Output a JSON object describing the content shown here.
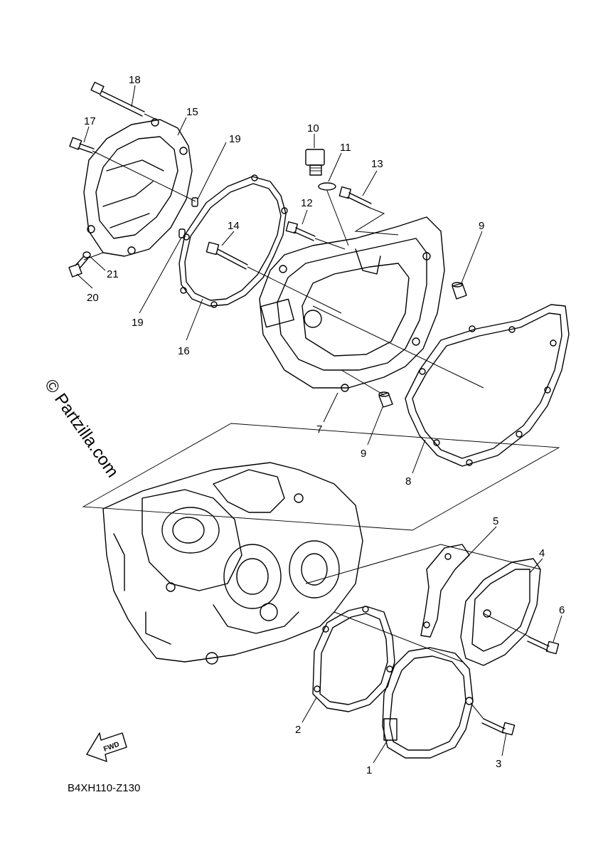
{
  "watermark": "© Partzilla.com",
  "diagram_code": "B4XH110-Z130",
  "fwd_label": "FWD",
  "callouts": {
    "c1": "1",
    "c2": "2",
    "c3": "3",
    "c4": "4",
    "c5": "5",
    "c6": "6",
    "c7": "7",
    "c8": "8",
    "c9a": "9",
    "c9b": "9",
    "c10": "10",
    "c11": "11",
    "c12": "12",
    "c13": "13",
    "c14": "14",
    "c15": "15",
    "c16": "16",
    "c17": "17",
    "c18": "18",
    "c19a": "19",
    "c19b": "19",
    "c20": "20",
    "c21": "21"
  }
}
